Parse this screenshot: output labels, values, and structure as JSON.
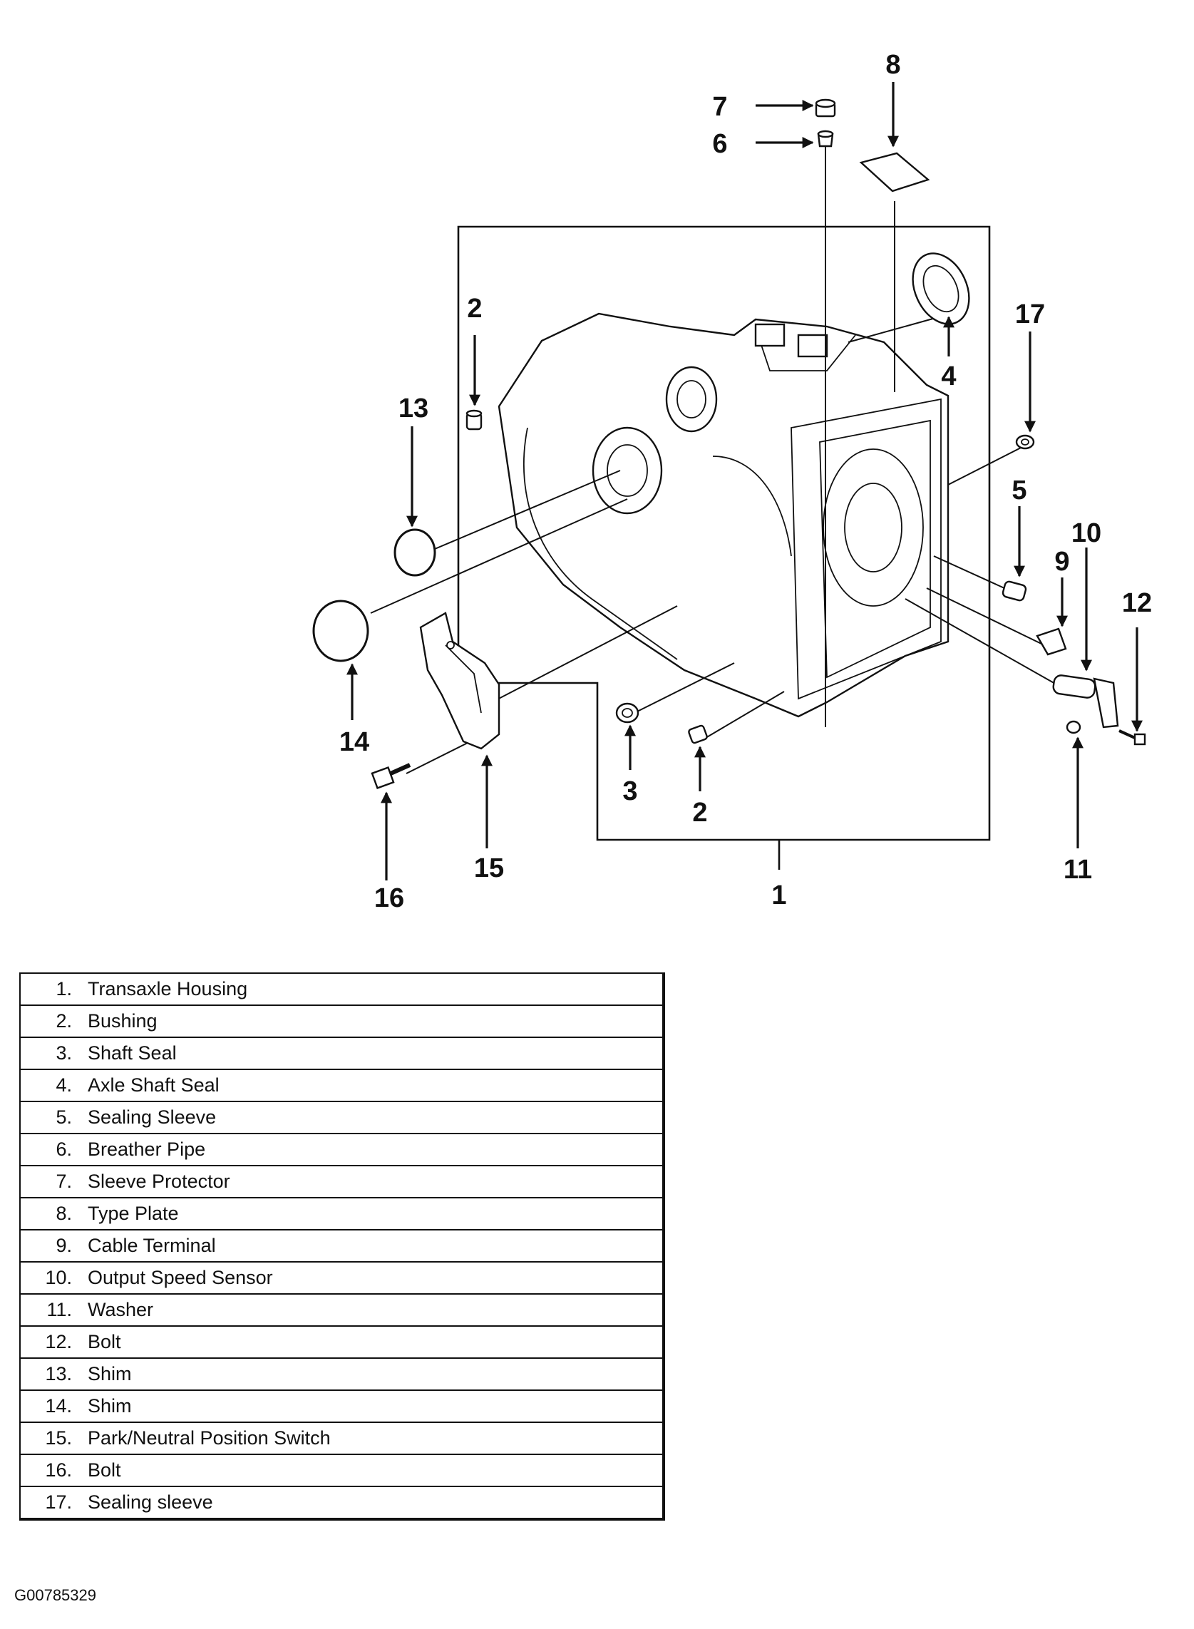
{
  "figure_id": "G00785329",
  "callouts": [
    {
      "id": "c1",
      "text": "1"
    },
    {
      "id": "c2a",
      "text": "2"
    },
    {
      "id": "c2b",
      "text": "2"
    },
    {
      "id": "c3",
      "text": "3"
    },
    {
      "id": "c4",
      "text": "4"
    },
    {
      "id": "c5",
      "text": "5"
    },
    {
      "id": "c6",
      "text": "6"
    },
    {
      "id": "c7",
      "text": "7"
    },
    {
      "id": "c8",
      "text": "8"
    },
    {
      "id": "c9",
      "text": "9"
    },
    {
      "id": "c10",
      "text": "10"
    },
    {
      "id": "c11",
      "text": "11"
    },
    {
      "id": "c12",
      "text": "12"
    },
    {
      "id": "c13",
      "text": "13"
    },
    {
      "id": "c14",
      "text": "14"
    },
    {
      "id": "c15",
      "text": "15"
    },
    {
      "id": "c16",
      "text": "16"
    },
    {
      "id": "c17",
      "text": "17"
    }
  ],
  "legend": [
    {
      "num": "1.",
      "name": "Transaxle Housing"
    },
    {
      "num": "2.",
      "name": "Bushing"
    },
    {
      "num": "3.",
      "name": "Shaft Seal"
    },
    {
      "num": "4.",
      "name": "Axle Shaft Seal"
    },
    {
      "num": "5.",
      "name": "Sealing Sleeve"
    },
    {
      "num": "6.",
      "name": "Breather Pipe"
    },
    {
      "num": "7.",
      "name": "Sleeve Protector"
    },
    {
      "num": "8.",
      "name": "Type Plate"
    },
    {
      "num": "9.",
      "name": "Cable Terminal"
    },
    {
      "num": "10.",
      "name": "Output Speed Sensor"
    },
    {
      "num": "11.",
      "name": "Washer"
    },
    {
      "num": "12.",
      "name": "Bolt"
    },
    {
      "num": "13.",
      "name": "Shim"
    },
    {
      "num": "14.",
      "name": "Shim"
    },
    {
      "num": "15.",
      "name": "Park/Neutral Position Switch"
    },
    {
      "num": "16.",
      "name": "Bolt"
    },
    {
      "num": "17.",
      "name": "Sealing sleeve"
    }
  ]
}
